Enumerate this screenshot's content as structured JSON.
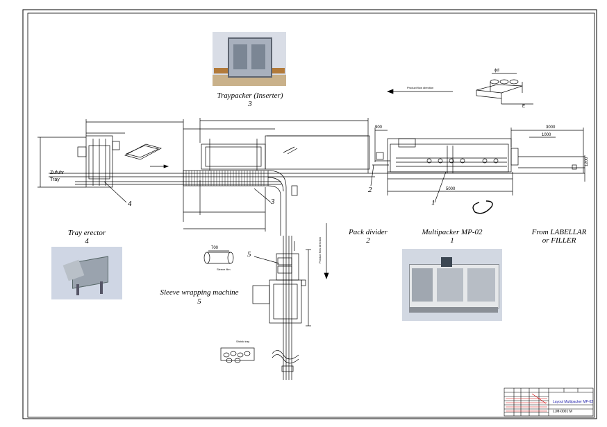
{
  "labels": {
    "traypacker": "Traypacker (Inserter)",
    "traypacker_num": "3",
    "tray_erector": "Tray erector",
    "tray_erector_num": "4",
    "sleeve": "Sleeve wrapping machine",
    "sleeve_num": "5",
    "pack_divider": "Pack divider",
    "pack_divider_num": "2",
    "multipacker": "Multipacker MP-02",
    "multipacker_num": "1",
    "from_line1": "From LABELLAR",
    "from_line2": "or FILLER"
  },
  "callouts": {
    "c1": "1",
    "c2": "2",
    "c3": "3",
    "c4": "4",
    "c5": "5"
  },
  "dimensions": {
    "d900": "900",
    "d3000": "3000",
    "d1000": "1000",
    "d5000": "5000",
    "d700": "700",
    "d_phi": "ϕd",
    "d_E": "E",
    "d_1200": "1200"
  },
  "side_text": {
    "zufuhr": "Zufuhr",
    "tray": "Tray",
    "product_flow_top": "Product flow direction",
    "product_flow_vert": "Product flow direction",
    "sleeve_film": "Sleeve film",
    "shrink_tray": "Shrink tray"
  },
  "title_block": {
    "title": "Layout Multipacker MP-02",
    "number": "LJM-0001 M"
  },
  "colors": {
    "line": "#000000",
    "photo_bg": "#cfd6e4"
  }
}
